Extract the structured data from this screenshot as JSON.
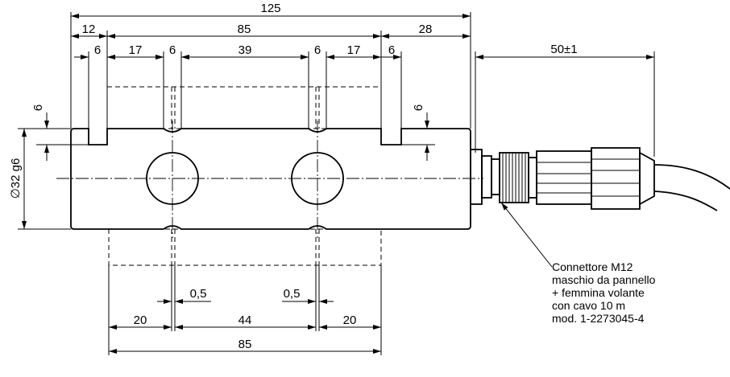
{
  "dimensions": {
    "overall_length": "125",
    "left_end": "12",
    "mid_span": "85",
    "right_end": "28",
    "cable_length": "50±1",
    "slot_1": "6",
    "gap_1": "17",
    "slot_2": "6",
    "center_gap": "39",
    "slot_3": "6",
    "gap_2": "17",
    "slot_4": "6",
    "slot_depth_left": "6",
    "slot_depth_right": "6",
    "diameter": "∅32 g6",
    "offset_left": "0,5",
    "offset_right": "0,5",
    "bottom_left": "20",
    "bottom_center": "44",
    "bottom_right": "20",
    "bottom_total": "85"
  },
  "connector_note": [
    "Connettore M12",
    "maschio da pannello",
    "+ femmina volante",
    "con cavo 10 m",
    "mod. 1-2273045-4"
  ]
}
